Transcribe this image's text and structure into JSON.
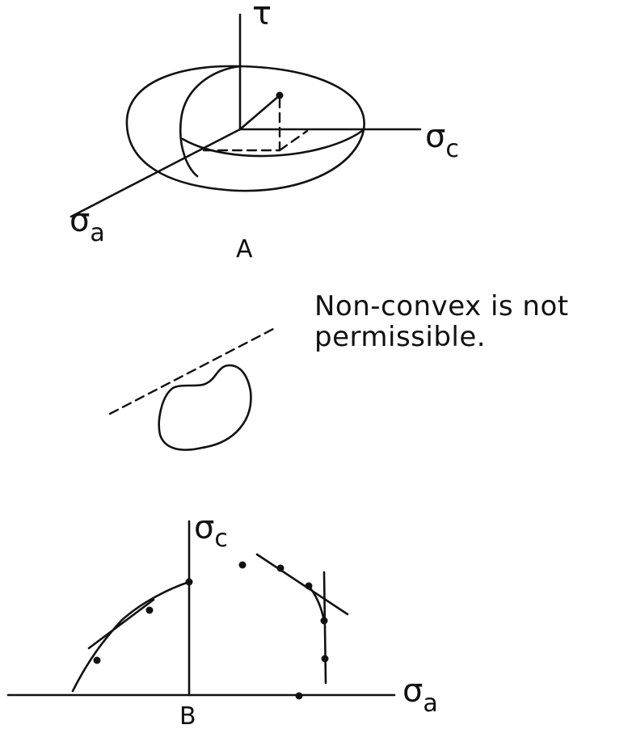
{
  "figure_a": {
    "label": "A",
    "axis_tau": "τ",
    "axis_sigma_c": {
      "symbol": "σ",
      "subscript": "c"
    },
    "axis_sigma_a": {
      "symbol": "σ",
      "subscript": "a"
    }
  },
  "nonconvex_note": {
    "line1": "Non-convex is not",
    "line2": "permissible."
  },
  "figure_b": {
    "label": "B",
    "axis_sigma_c": {
      "symbol": "σ",
      "subscript": "c"
    },
    "axis_sigma_a": {
      "symbol": "σ",
      "subscript": "a"
    }
  }
}
